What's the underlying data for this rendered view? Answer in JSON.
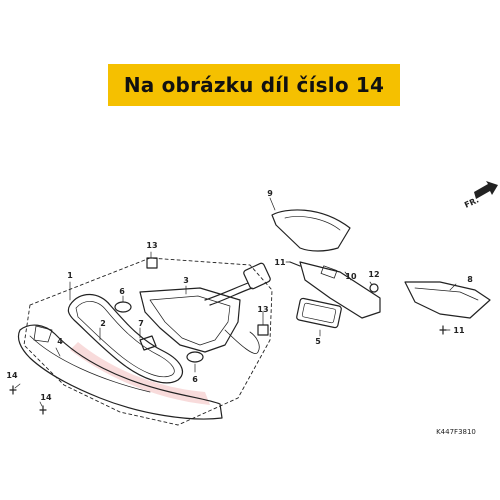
{
  "banner": {
    "text": "Na obrázku díl číslo 14",
    "background": "#f5c000"
  },
  "direction_label": "FR.",
  "diagram_code": "K447F3810",
  "callouts": {
    "c1": "1",
    "c2": "2",
    "c3": "3",
    "c4": "4",
    "c5": "5",
    "c6a": "6",
    "c6b": "6",
    "c7": "7",
    "c8": "8",
    "c9": "9",
    "c10": "10",
    "c11a": "11",
    "c11b": "11",
    "c12": "12",
    "c13a": "13",
    "c13b": "13",
    "c14a": "14",
    "c14b": "14"
  },
  "colors": {
    "line": "#222222",
    "watermark": "#f2b8b8"
  }
}
